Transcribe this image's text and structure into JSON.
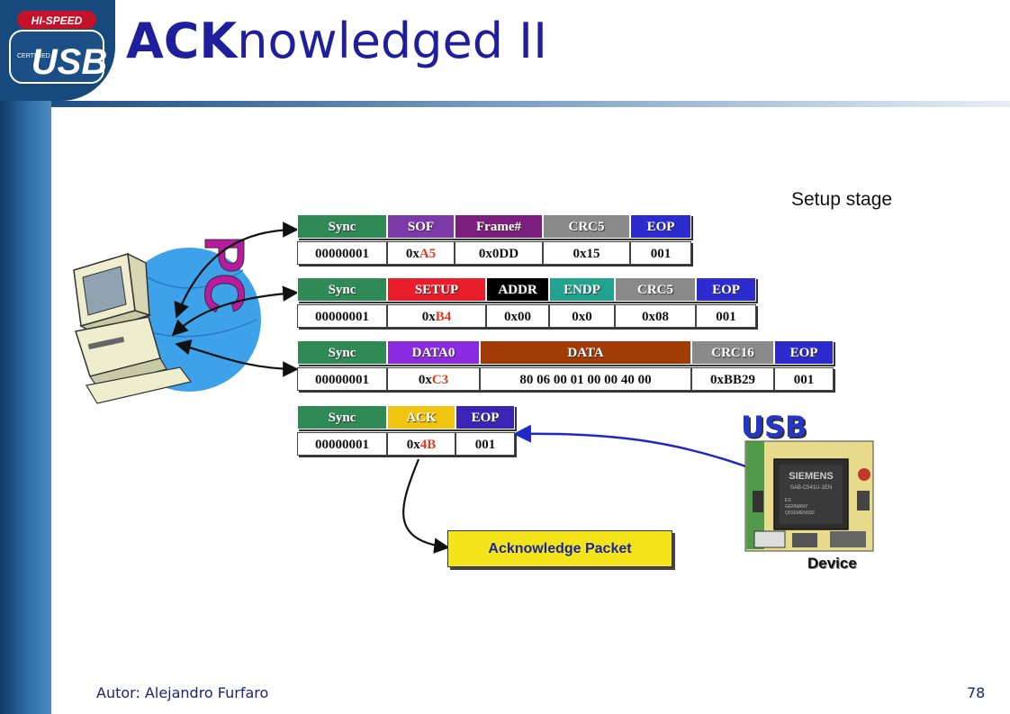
{
  "title": {
    "bold": "ACK",
    "rest": "nowledged II"
  },
  "logo": {
    "top": "HI-SPEED",
    "main": "USB",
    "side": "CERTIFIED"
  },
  "stage_label": "Setup stage",
  "pc_label": "PC",
  "packets": {
    "sof": {
      "headers": [
        "Sync",
        "SOF",
        "Frame#",
        "CRC5",
        "EOP"
      ],
      "values": [
        "00000001",
        "0xA5",
        "0x0DD",
        "0x15",
        "001"
      ]
    },
    "setup": {
      "headers": [
        "Sync",
        "SETUP",
        "ADDR",
        "ENDP",
        "CRC5",
        "EOP"
      ],
      "values": [
        "00000001",
        "0xB4",
        "0x00",
        "0x0",
        "0x08",
        "001"
      ]
    },
    "data0": {
      "headers": [
        "Sync",
        "DATA0",
        "DATA",
        "CRC16",
        "EOP"
      ],
      "values": [
        "00000001",
        "0xC3",
        "80 06 00 01 00 00 40 00",
        "0xBB29",
        "001"
      ]
    },
    "ack": {
      "headers": [
        "Sync",
        "ACK",
        "EOP"
      ],
      "values": [
        "00000001",
        "0x4B",
        "001"
      ]
    }
  },
  "pid_prefix": "0x",
  "pid_suffix": {
    "sof": "A5",
    "setup": "B4",
    "data0": "C3",
    "ack": "4B"
  },
  "usb_label": "USB",
  "device_label": "Device",
  "chip_text": [
    "SIEMENS",
    "SAB-C541U-1EN",
    "ES",
    "GERMANY",
    "Q01EMENS92"
  ],
  "ack_packet_label": "Acknowledge Packet",
  "footer": {
    "author": "Autor: Alejandro Furfaro",
    "page": "78"
  }
}
